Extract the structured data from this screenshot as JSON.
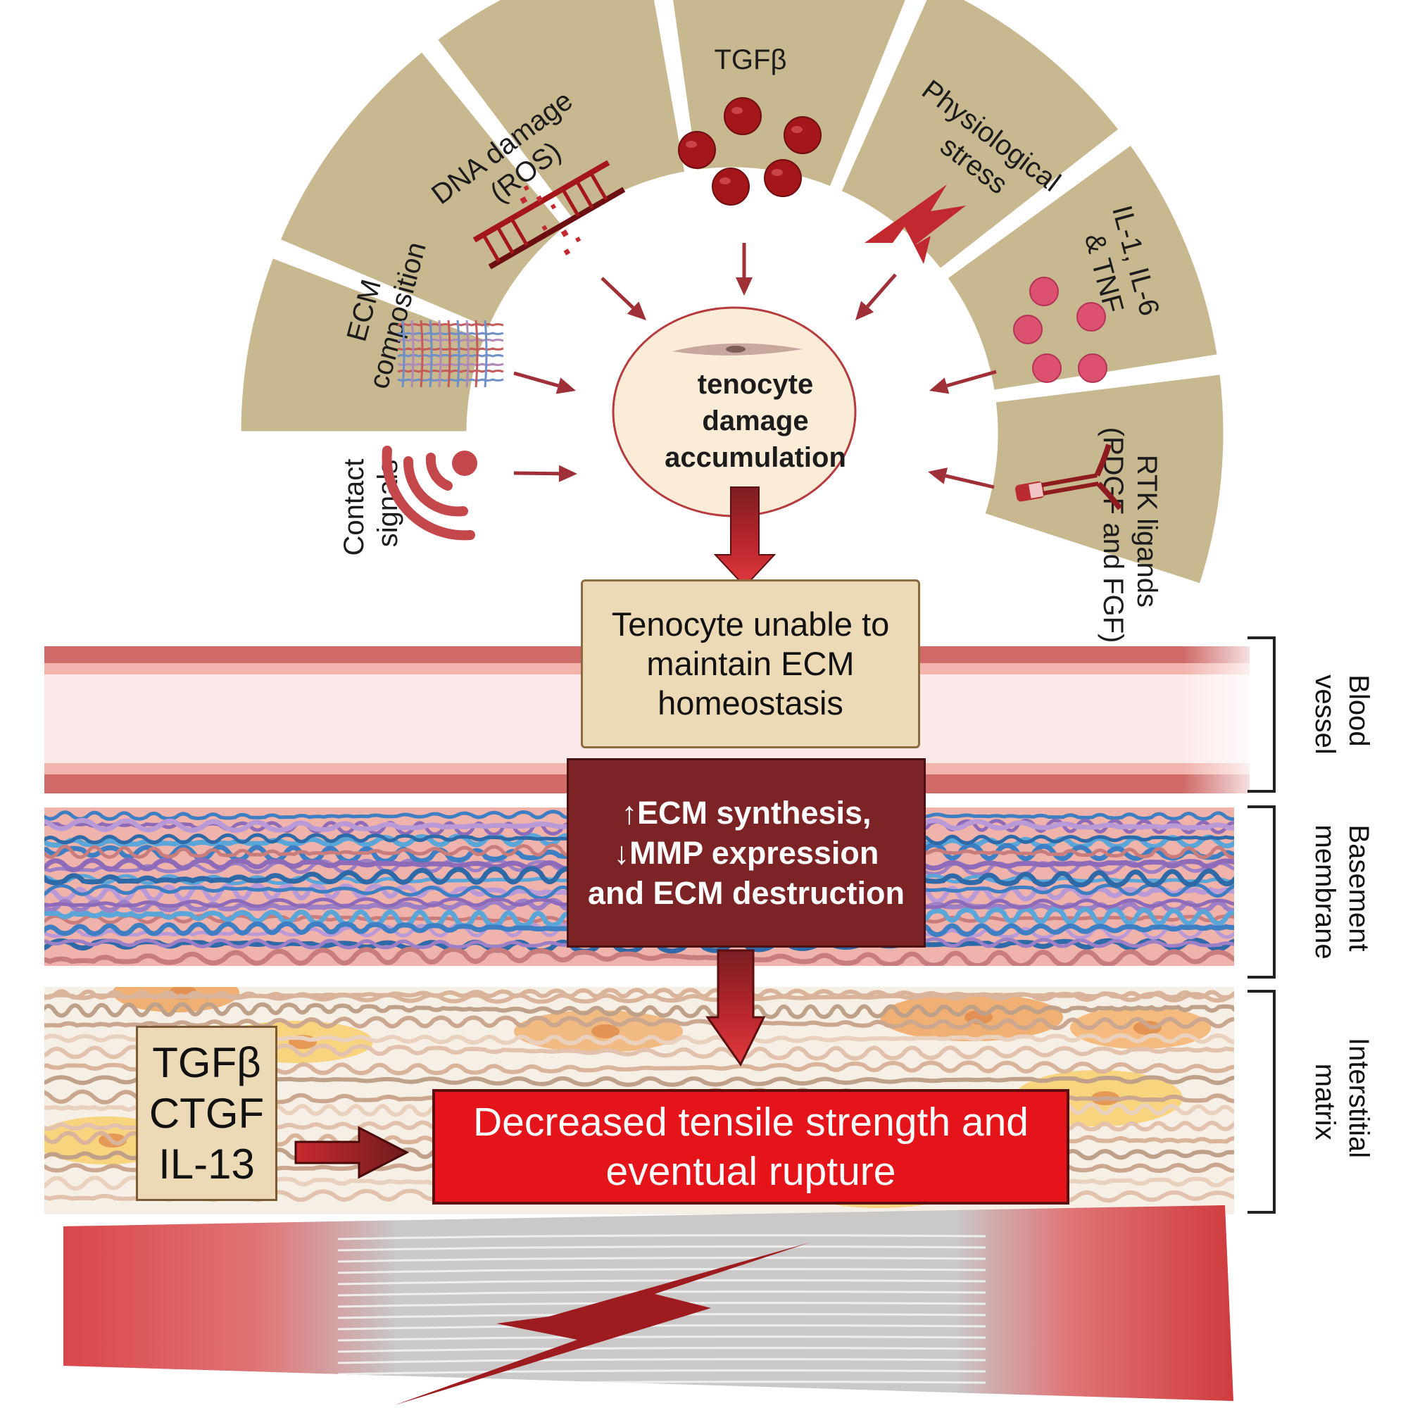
{
  "segments": {
    "contact": {
      "line1": "Contact",
      "line2": "signals"
    },
    "ecm": {
      "line1": "ECM",
      "line2": "composition"
    },
    "dna": {
      "line1": "DNA damage",
      "line2": "(ROS)"
    },
    "tgfb": {
      "line1": "TGFβ"
    },
    "stress": {
      "line1": "Physiological",
      "line2": "stress"
    },
    "il": {
      "line1": "IL-1, IL-6",
      "line2": "& TNF"
    },
    "rtk": {
      "line1": "RTK ligands",
      "line2": "(PDGF and FGF)"
    }
  },
  "center": {
    "line1": "tenocyte",
    "line2": "damage",
    "line3": "accumulation"
  },
  "boxes": {
    "maintain": "Tenocyte unable to maintain ECM homeostasis",
    "ecm_change": "↑ECM synthesis, ↓MMP expression and ECM destruction",
    "factors": [
      "TGFβ",
      "CTGF",
      "IL-13"
    ],
    "rupture": "Decreased tensile strength and eventual rupture"
  },
  "layers": {
    "blood": {
      "line1": "Blood",
      "line2": "vessel"
    },
    "basement": {
      "line1": "Basement",
      "line2": "membrane"
    },
    "interstitial": {
      "line1": "Interstitial",
      "line2": "matrix"
    }
  },
  "colors": {
    "segment_fill": "#c7b88f",
    "arrow": "#a03037",
    "dark_red": "#7b2325",
    "bright_red": "#e4141a",
    "beige_box": "#ecd9b6",
    "tgfb_dots": "#a4161a",
    "il_dots": "#dc5070"
  }
}
